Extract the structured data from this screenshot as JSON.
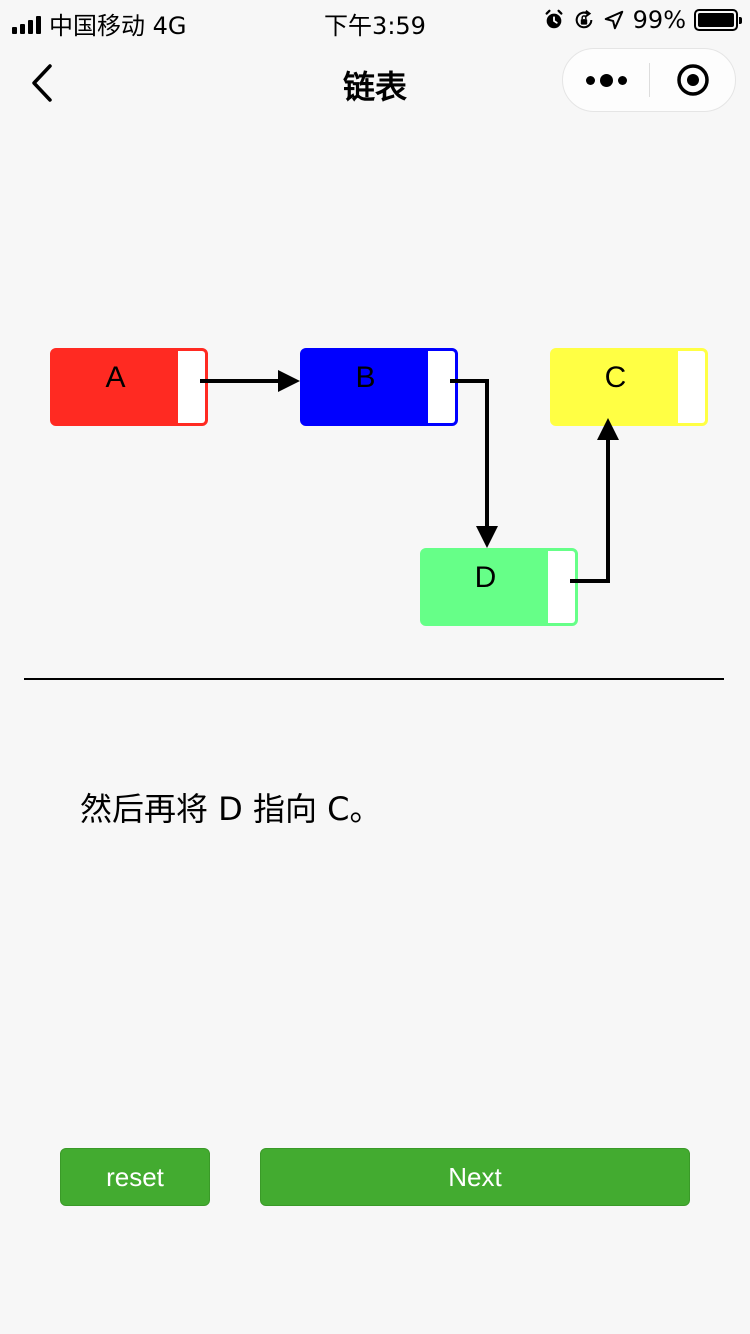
{
  "status_bar": {
    "carrier": "中国移动 4G",
    "time": "下午3:59",
    "battery_pct": "99%",
    "battery_level": 0.99,
    "icons": [
      "signal-icon",
      "alarm-icon",
      "rotation-lock-icon",
      "location-icon",
      "battery-icon"
    ]
  },
  "nav": {
    "title": "链表",
    "back_icon": "chevron-left-icon",
    "more_icon": "more-dots-icon",
    "close_icon": "target-circle-icon"
  },
  "diagram": {
    "nodes": [
      {
        "id": "A",
        "label": "A",
        "color": "#ff2a22"
      },
      {
        "id": "B",
        "label": "B",
        "color": "#0000ff"
      },
      {
        "id": "C",
        "label": "C",
        "color": "#ffff44"
      },
      {
        "id": "D",
        "label": "D",
        "color": "#66ff88"
      }
    ],
    "links": [
      {
        "from": "A",
        "to": "B"
      },
      {
        "from": "B",
        "to": "D"
      },
      {
        "from": "D",
        "to": "C"
      }
    ]
  },
  "description": "然后再将 D 指向 C。",
  "buttons": {
    "reset_label": "reset",
    "next_label": "Next",
    "color": "#43ab30"
  }
}
